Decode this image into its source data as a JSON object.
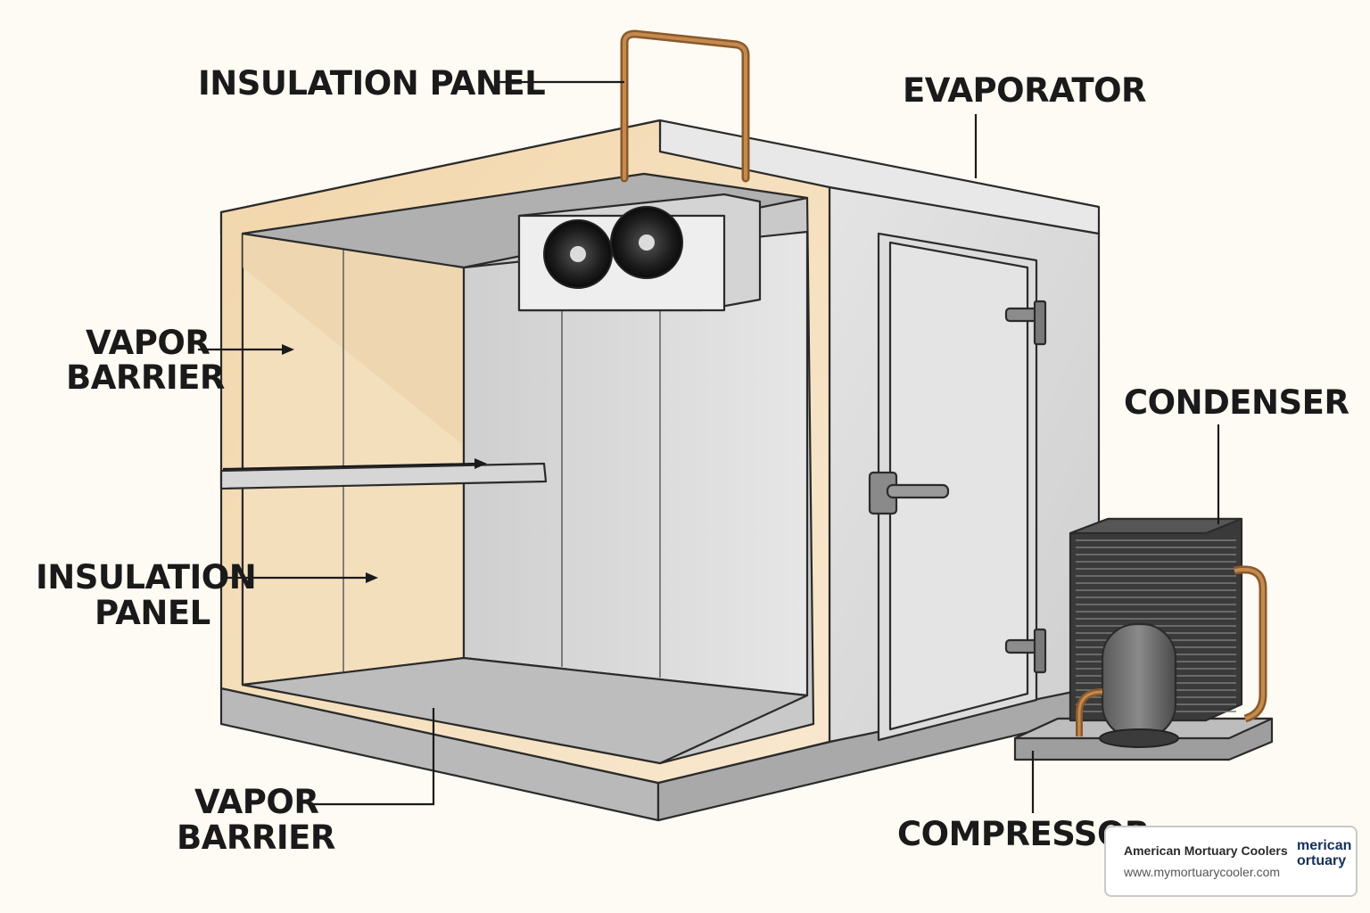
{
  "labels": {
    "insulation_panel_top": "INSULATION PANEL",
    "evaporator": "EVAPORATOR",
    "vapor_barrier_left_1": "VAPOR",
    "vapor_barrier_left_2": "BARRIER",
    "condenser": "CONDENSER",
    "insulation_panel_left_1": "INSULATION",
    "insulation_panel_left_2": "PANEL",
    "vapor_barrier_bottom_1": "VAPOR",
    "vapor_barrier_bottom_2": "BARRIER",
    "compressor": "COMPRESSOR"
  },
  "watermark": {
    "title": "American Mortuary Coolers",
    "url": "www.mymortuarycooler.com",
    "logo_line1": "merican",
    "logo_line2": "ortuary"
  },
  "colors": {
    "background": "#fdfbf3",
    "insulation": "#f5e3c3",
    "panel_gray": "#d9d9d9",
    "copper": "#a8733a"
  }
}
